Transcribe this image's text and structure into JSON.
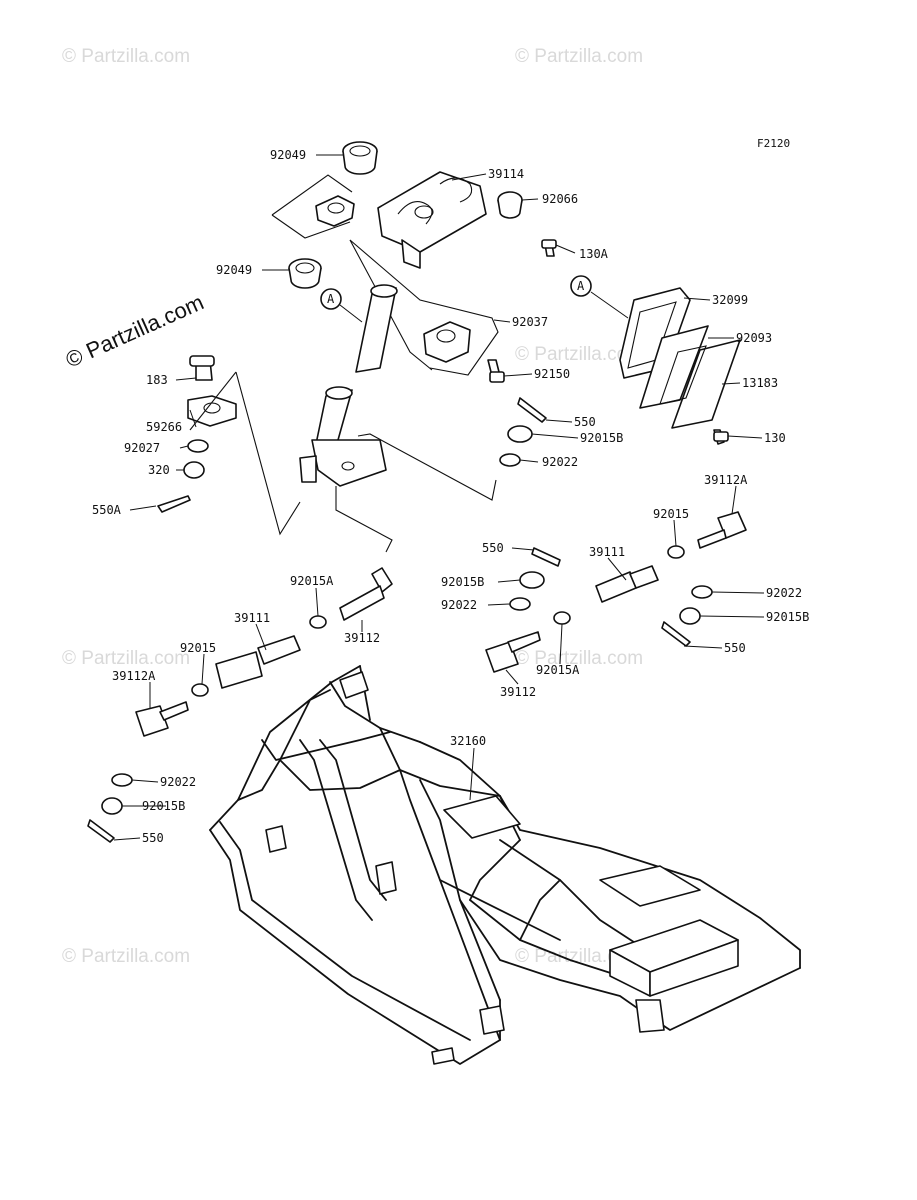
{
  "figure_code": "F2120",
  "copyright_mark": "© Partzilla.com",
  "watermark_text": "© Partzilla.com",
  "callouts": {
    "ref_a1": "A",
    "ref_a2": "A"
  },
  "parts": [
    {
      "id": "p-92049-top",
      "number": "92049"
    },
    {
      "id": "p-39114",
      "number": "39114"
    },
    {
      "id": "p-92066",
      "number": "92066"
    },
    {
      "id": "p-92049-bot",
      "number": "92049"
    },
    {
      "id": "p-130A",
      "number": "130A"
    },
    {
      "id": "p-32099",
      "number": "32099"
    },
    {
      "id": "p-92037",
      "number": "92037"
    },
    {
      "id": "p-92093",
      "number": "92093"
    },
    {
      "id": "p-92150",
      "number": "92150"
    },
    {
      "id": "p-183",
      "number": "183"
    },
    {
      "id": "p-13183",
      "number": "13183"
    },
    {
      "id": "p-59266",
      "number": "59266"
    },
    {
      "id": "p-550-a",
      "number": "550"
    },
    {
      "id": "p-92027",
      "number": "92027"
    },
    {
      "id": "p-92015B-a",
      "number": "92015B"
    },
    {
      "id": "p-130",
      "number": "130"
    },
    {
      "id": "p-320",
      "number": "320"
    },
    {
      "id": "p-92022-a",
      "number": "92022"
    },
    {
      "id": "p-39112A-r",
      "number": "39112A"
    },
    {
      "id": "p-550A",
      "number": "550A"
    },
    {
      "id": "p-92015-r",
      "number": "92015"
    },
    {
      "id": "p-550-b",
      "number": "550"
    },
    {
      "id": "p-39111-r",
      "number": "39111"
    },
    {
      "id": "p-92015A-l",
      "number": "92015A"
    },
    {
      "id": "p-92015B-b",
      "number": "92015B"
    },
    {
      "id": "p-92022-b",
      "number": "92022"
    },
    {
      "id": "p-92022-c",
      "number": "92022"
    },
    {
      "id": "p-39111-l",
      "number": "39111"
    },
    {
      "id": "p-92015B-c",
      "number": "92015B"
    },
    {
      "id": "p-39112-l",
      "number": "39112"
    },
    {
      "id": "p-92015-l",
      "number": "92015"
    },
    {
      "id": "p-550-c",
      "number": "550"
    },
    {
      "id": "p-39112A-l",
      "number": "39112A"
    },
    {
      "id": "p-92015A-r",
      "number": "92015A"
    },
    {
      "id": "p-39112-r",
      "number": "39112"
    },
    {
      "id": "p-32160",
      "number": "32160"
    },
    {
      "id": "p-92022-d",
      "number": "92022"
    },
    {
      "id": "p-92015B-d",
      "number": "92015B"
    },
    {
      "id": "p-550-d",
      "number": "550"
    }
  ]
}
